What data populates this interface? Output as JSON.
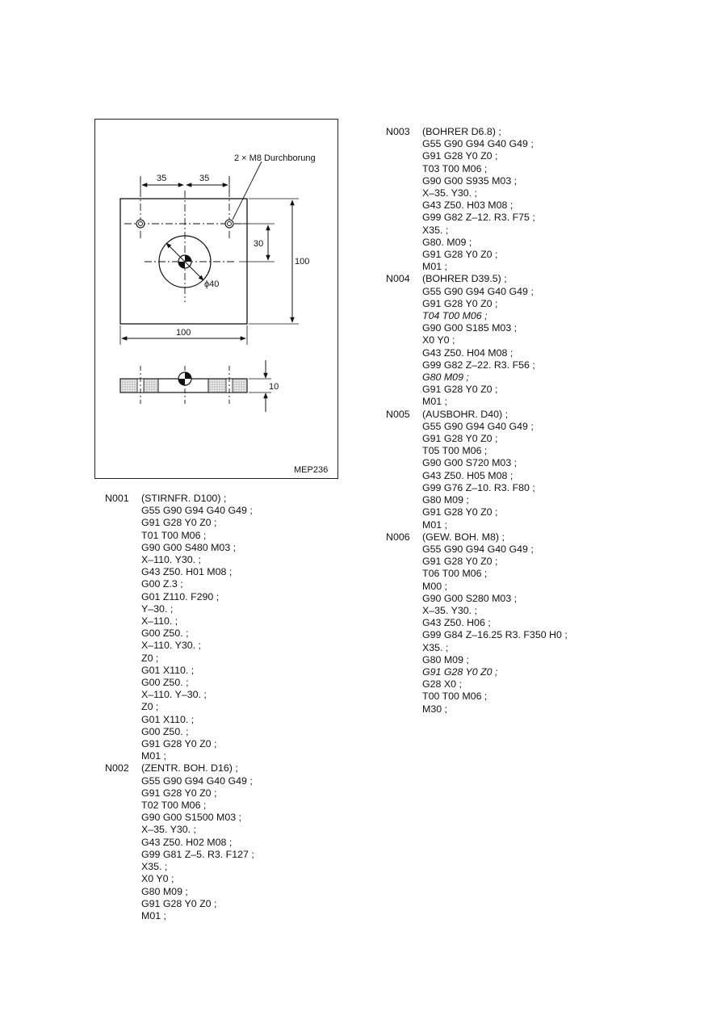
{
  "drawing": {
    "hole_annotation": "2 × M8 Durchborung",
    "dim_35_left": "35",
    "dim_35_right": "35",
    "dim_30": "30",
    "dim_100_height": "100",
    "dim_100_width": "100",
    "dim_phi40": "ϕ40",
    "dim_10": "10",
    "figure_id": "MEP236"
  },
  "program": {
    "left_column": [
      {
        "n": "N001",
        "lines": [
          {
            "t": "(STIRNFR. D100) ;"
          },
          {
            "t": "G55 G90 G94 G40 G49 ;"
          },
          {
            "t": "G91 G28 Y0 Z0 ;"
          },
          {
            "t": "T01 T00 M06 ;"
          },
          {
            "t": "G90 G00 S480 M03 ;"
          },
          {
            "t": "X–110. Y30. ;"
          },
          {
            "t": "G43 Z50. H01 M08 ;"
          },
          {
            "t": "G00 Z.3 ;"
          },
          {
            "t": "G01 Z110. F290 ;"
          },
          {
            "t": "Y–30. ;"
          },
          {
            "t": "X–110. ;"
          },
          {
            "t": "G00 Z50. ;"
          },
          {
            "t": "X–110. Y30. ;"
          },
          {
            "t": "Z0 ;"
          },
          {
            "t": "G01 X110. ;"
          },
          {
            "t": "G00 Z50. ;"
          },
          {
            "t": "X–110. Y–30. ;"
          },
          {
            "t": "Z0 ;"
          },
          {
            "t": "G01 X110. ;"
          },
          {
            "t": "G00 Z50. ;"
          },
          {
            "t": "G91 G28 Y0 Z0 ;"
          },
          {
            "t": "M01 ;"
          }
        ]
      },
      {
        "n": "N002",
        "lines": [
          {
            "t": "(ZENTR. BOH. D16) ;"
          },
          {
            "t": "G55 G90 G94 G40 G49 ;"
          },
          {
            "t": "G91 G28 Y0 Z0 ;"
          },
          {
            "t": "T02 T00 M06 ;"
          },
          {
            "t": "G90 G00 S1500 M03 ;"
          },
          {
            "t": "X–35. Y30. ;"
          },
          {
            "t": "G43 Z50. H02 M08 ;"
          },
          {
            "t": "G99 G81 Z–5. R3. F127 ;"
          },
          {
            "t": "X35. ;"
          },
          {
            "t": "X0 Y0 ;"
          },
          {
            "t": "G80 M09 ;"
          },
          {
            "t": "G91 G28 Y0 Z0 ;"
          },
          {
            "t": "M01 ;"
          }
        ]
      }
    ],
    "right_column": [
      {
        "n": "N003",
        "lines": [
          {
            "t": "(BOHRER D6.8) ;"
          },
          {
            "t": "G55 G90 G94 G40 G49 ;"
          },
          {
            "t": "G91 G28 Y0 Z0 ;"
          },
          {
            "t": "T03 T00 M06 ;"
          },
          {
            "t": "G90 G00 S935 M03 ;"
          },
          {
            "t": "X–35. Y30. ;"
          },
          {
            "t": "G43 Z50. H03 M08 ;"
          },
          {
            "t": "G99 G82 Z–12. R3. F75 ;"
          },
          {
            "t": "X35. ;"
          },
          {
            "t": "G80. M09 ;"
          },
          {
            "t": "G91 G28 Y0 Z0 ;"
          },
          {
            "t": "M01 ;"
          }
        ]
      },
      {
        "n": "N004",
        "lines": [
          {
            "t": "(BOHRER D39.5) ;"
          },
          {
            "t": "G55 G90 G94 G40 G49 ;"
          },
          {
            "t": "G91 G28 Y0 Z0 ;"
          },
          {
            "t": "T04 T00 M06 ;",
            "italic": true
          },
          {
            "t": "G90 G00 S185 M03 ;"
          },
          {
            "t": "X0 Y0 ;"
          },
          {
            "t": "G43 Z50. H04 M08 ;"
          },
          {
            "t": "G99 G82 Z–22. R3. F56 ;"
          },
          {
            "t": "G80 M09 ;",
            "italic": true
          },
          {
            "t": "G91 G28 Y0 Z0 ;"
          },
          {
            "t": "M01 ;"
          }
        ]
      },
      {
        "n": "N005",
        "lines": [
          {
            "t": "(AUSBOHR. D40) ;"
          },
          {
            "t": "G55 G90 G94 G40 G49 ;"
          },
          {
            "t": "G91 G28 Y0 Z0 ;"
          },
          {
            "t": "T05 T00 M06 ;"
          },
          {
            "t": "G90 G00 S720 M03 ;"
          },
          {
            "t": "G43 Z50. H05 M08 ;"
          },
          {
            "t": "G99 G76 Z–10. R3. F80 ;"
          },
          {
            "t": "G80 M09 ;"
          },
          {
            "t": "G91 G28 Y0 Z0 ;"
          },
          {
            "t": "M01 ;"
          }
        ]
      },
      {
        "n": "N006",
        "lines": [
          {
            "t": "(GEW. BOH. M8) ;"
          },
          {
            "t": "G55 G90 G94 G40 G49 ;"
          },
          {
            "t": "G91 G28 Y0 Z0 ;"
          },
          {
            "t": "T06 T00 M06 ;"
          },
          {
            "t": "M00 ;"
          },
          {
            "t": "G90 G00 S280 M03 ;"
          },
          {
            "t": "X–35. Y30. ;"
          },
          {
            "t": "G43 Z50. H06 ;"
          },
          {
            "t": "G99 G84 Z–16.25 R3. F350 H0 ;"
          },
          {
            "t": "X35. ;"
          },
          {
            "t": "G80 M09 ;"
          },
          {
            "t": "G91 G28 Y0 Z0 ;",
            "italic": true
          },
          {
            "t": "G28 X0 ;"
          },
          {
            "t": "T00 T00 M06 ;"
          },
          {
            "t": "M30 ;"
          }
        ]
      }
    ]
  }
}
